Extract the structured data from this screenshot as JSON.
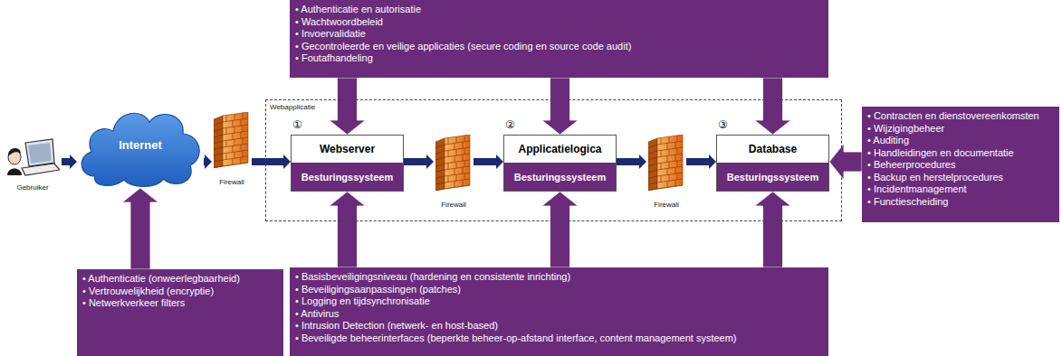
{
  "diagram": {
    "nodes": [
      {
        "text": [
          "• Authenticatie en autorisatie",
          "• Wachtwoordbeleid",
          "• Invoervalidatie",
          "• Gecontroleerde en veilige applicaties (secure coding en source code audit)",
          "• Foutafhandeling"
        ]
      },
      {
        "text": [
          "Gebruiker"
        ]
      },
      {
        "text": [
          "Internet"
        ]
      },
      {
        "text": [
          "Firewall"
        ]
      },
      {
        "text": [
          "Webapplicatie"
        ]
      },
      {
        "text": [
          "Webserver",
          "Besturingssysteem"
        ],
        "in": 4
      },
      {
        "text": [
          "Firewall"
        ],
        "in": 4
      },
      {
        "text": [
          "Applicatielogica",
          "Besturingssysteem"
        ],
        "in": 4
      },
      {
        "text": [
          "Firewall"
        ],
        "in": 4
      },
      {
        "text": [
          "Database",
          "Besturingssysteem"
        ],
        "in": 4
      },
      {
        "text": [
          "• Contracten en dienstovereenkomsten",
          "• Wijzigingbeheer",
          "• Auditing",
          "• Handleidingen en documentatie",
          "• Beheerprocedures",
          "• Backup en herstelprocedures",
          "• Incidentmanagement",
          "• Functiescheiding"
        ]
      },
      {
        "text": [
          "• Authenticatie (onweerlegbaarheid)",
          "• Vertrouwelijkheid (encryptie)",
          "• Netwerkverkeer filters"
        ]
      },
      {
        "text": [
          "• Basisbeveiligingsniveau (hardening en consistente inrichting)",
          "• Beveiligingsaanpassingen (patches)",
          "• Logging en tijdsynchronisatie",
          "• Antivirus",
          "• Intrusion Detection (netwerk- en host-based)",
          "• Beveiligde beheerinterfaces (beperkte beheer-op-afstand interface, content management systeem)"
        ]
      }
    ],
    "edges": [
      {
        "from": 1,
        "to": 2,
        "arrow": "to"
      },
      {
        "from": 2,
        "to": 3,
        "arrow": "to"
      },
      {
        "from": 3,
        "to": 5,
        "arrow": "to"
      },
      {
        "from": 5,
        "to": 6,
        "arrow": "to"
      },
      {
        "from": 6,
        "to": 7,
        "arrow": "to"
      },
      {
        "from": 7,
        "to": 8,
        "arrow": "to"
      },
      {
        "from": 8,
        "to": 9,
        "arrow": "to"
      },
      {
        "from": 0,
        "to": 5,
        "arrow": "to"
      },
      {
        "from": 0,
        "to": 7,
        "arrow": "to"
      },
      {
        "from": 0,
        "to": 9,
        "arrow": "to"
      },
      {
        "from": 10,
        "to": 9,
        "arrow": "to"
      },
      {
        "from": 11,
        "to": 2,
        "arrow": "to"
      },
      {
        "from": 12,
        "to": 5,
        "arrow": "to"
      },
      {
        "from": 12,
        "to": 7,
        "arrow": "to"
      },
      {
        "from": 12,
        "to": 9,
        "arrow": "to"
      }
    ],
    "labels": [
      "①",
      "②",
      "③"
    ]
  }
}
